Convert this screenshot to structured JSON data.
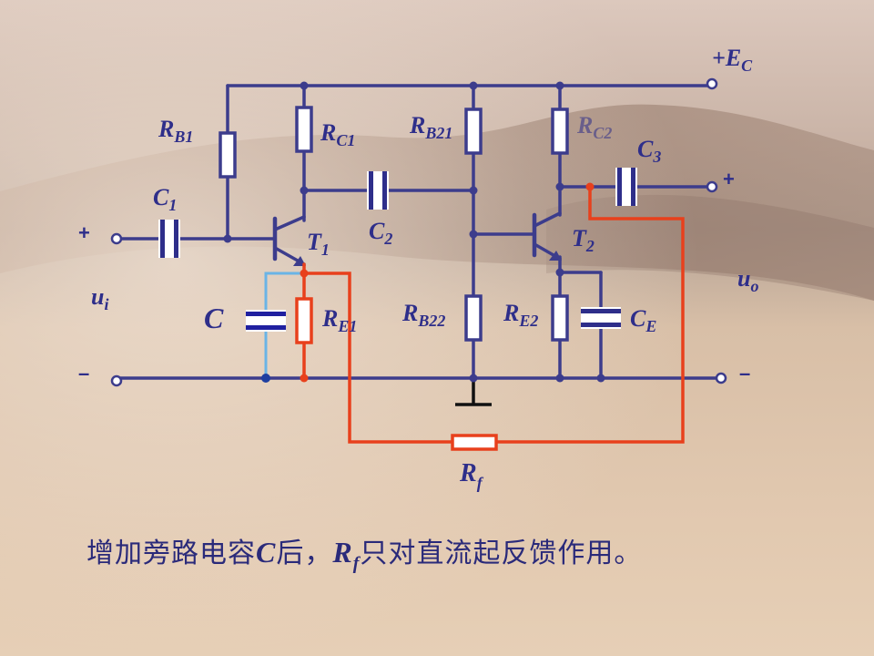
{
  "diagram": {
    "components": [
      {
        "id": "rb1",
        "base": "R",
        "sub": "B1"
      },
      {
        "id": "rc1",
        "base": "R",
        "sub": "C1"
      },
      {
        "id": "rb21",
        "base": "R",
        "sub": "B21"
      },
      {
        "id": "rc2",
        "base": "R",
        "sub": "C2"
      },
      {
        "id": "c3",
        "base": "C",
        "sub": "3"
      },
      {
        "id": "c1",
        "base": "C",
        "sub": "1"
      },
      {
        "id": "c2",
        "base": "C",
        "sub": "2"
      },
      {
        "id": "t1",
        "base": "T",
        "sub": "1"
      },
      {
        "id": "t2",
        "base": "T",
        "sub": "2"
      },
      {
        "id": "c",
        "base": "C",
        "sub": ""
      },
      {
        "id": "re1",
        "base": "R",
        "sub": "E1"
      },
      {
        "id": "rb22",
        "base": "R",
        "sub": "B22"
      },
      {
        "id": "re2",
        "base": "R",
        "sub": "E2"
      },
      {
        "id": "ce",
        "base": "C",
        "sub": "E"
      },
      {
        "id": "rf",
        "base": "R",
        "sub": "f"
      },
      {
        "id": "ec",
        "base": "+E",
        "sub": "C"
      },
      {
        "id": "ui",
        "base": "u",
        "sub": "i"
      },
      {
        "id": "uo",
        "base": "u",
        "sub": "o"
      }
    ],
    "terminals": {
      "input_plus": "+",
      "input_minus": "–",
      "output_plus": "+",
      "output_minus": "–"
    },
    "colors": {
      "wire": "#3c3c8c",
      "feedback": "#e8401c",
      "bypass": "#6ab4e6",
      "ground": "#111111"
    }
  },
  "caption": {
    "text1": "增加旁路电容",
    "c_symbol": "C",
    "text2": "后，",
    "rf_base": "R",
    "rf_sub": "f",
    "text3": "只对直流起反馈作用。"
  }
}
